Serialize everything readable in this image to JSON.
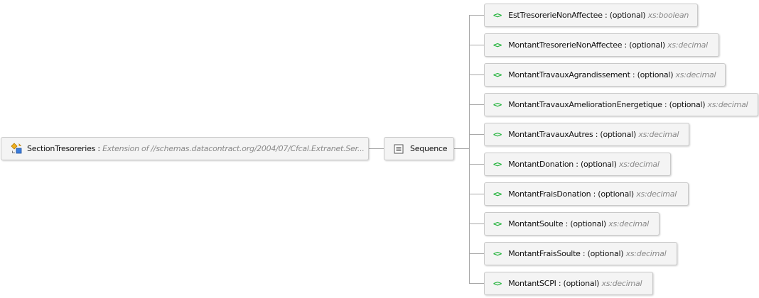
{
  "root": {
    "name": "SectionTresoreries",
    "separator": " : ",
    "extension_text": "Extension of  //schemas.datacontract.org/2004/07/Cfcal.Extranet.Ser...",
    "icon": "complex-type-extension-icon"
  },
  "sequence": {
    "label": "Sequence",
    "icon": "sequence-icon"
  },
  "element_icon": "<>",
  "elements": [
    {
      "name": "EstTresorerieNonAffectee",
      "optional": "(optional)",
      "type": "xs:boolean"
    },
    {
      "name": "MontantTresorerieNonAffectee",
      "optional": "(optional)",
      "type": "xs:decimal"
    },
    {
      "name": "MontantTravauxAgrandissement",
      "optional": "(optional)",
      "type": "xs:decimal"
    },
    {
      "name": "MontantTravauxAmeliorationEnergetique",
      "optional": "(optional)",
      "type": "xs:decimal"
    },
    {
      "name": "MontantTravauxAutres",
      "optional": "(optional)",
      "type": "xs:decimal"
    },
    {
      "name": "MontantDonation",
      "optional": "(optional)",
      "type": "xs:decimal"
    },
    {
      "name": "MontantFraisDonation",
      "optional": "(optional)",
      "type": "xs:decimal"
    },
    {
      "name": "MontantSoulte",
      "optional": "(optional)",
      "type": "xs:decimal"
    },
    {
      "name": "MontantFraisSoulte",
      "optional": "(optional)",
      "type": "xs:decimal"
    },
    {
      "name": "MontantSCPI",
      "optional": "(optional)",
      "type": "xs:decimal"
    }
  ],
  "colors": {
    "element_icon": "#22b33a",
    "connector": "#a8a8a8",
    "node_bg": "#f4f4f4",
    "node_border": "#c9c9c9",
    "type_text": "#8a8a8a"
  }
}
